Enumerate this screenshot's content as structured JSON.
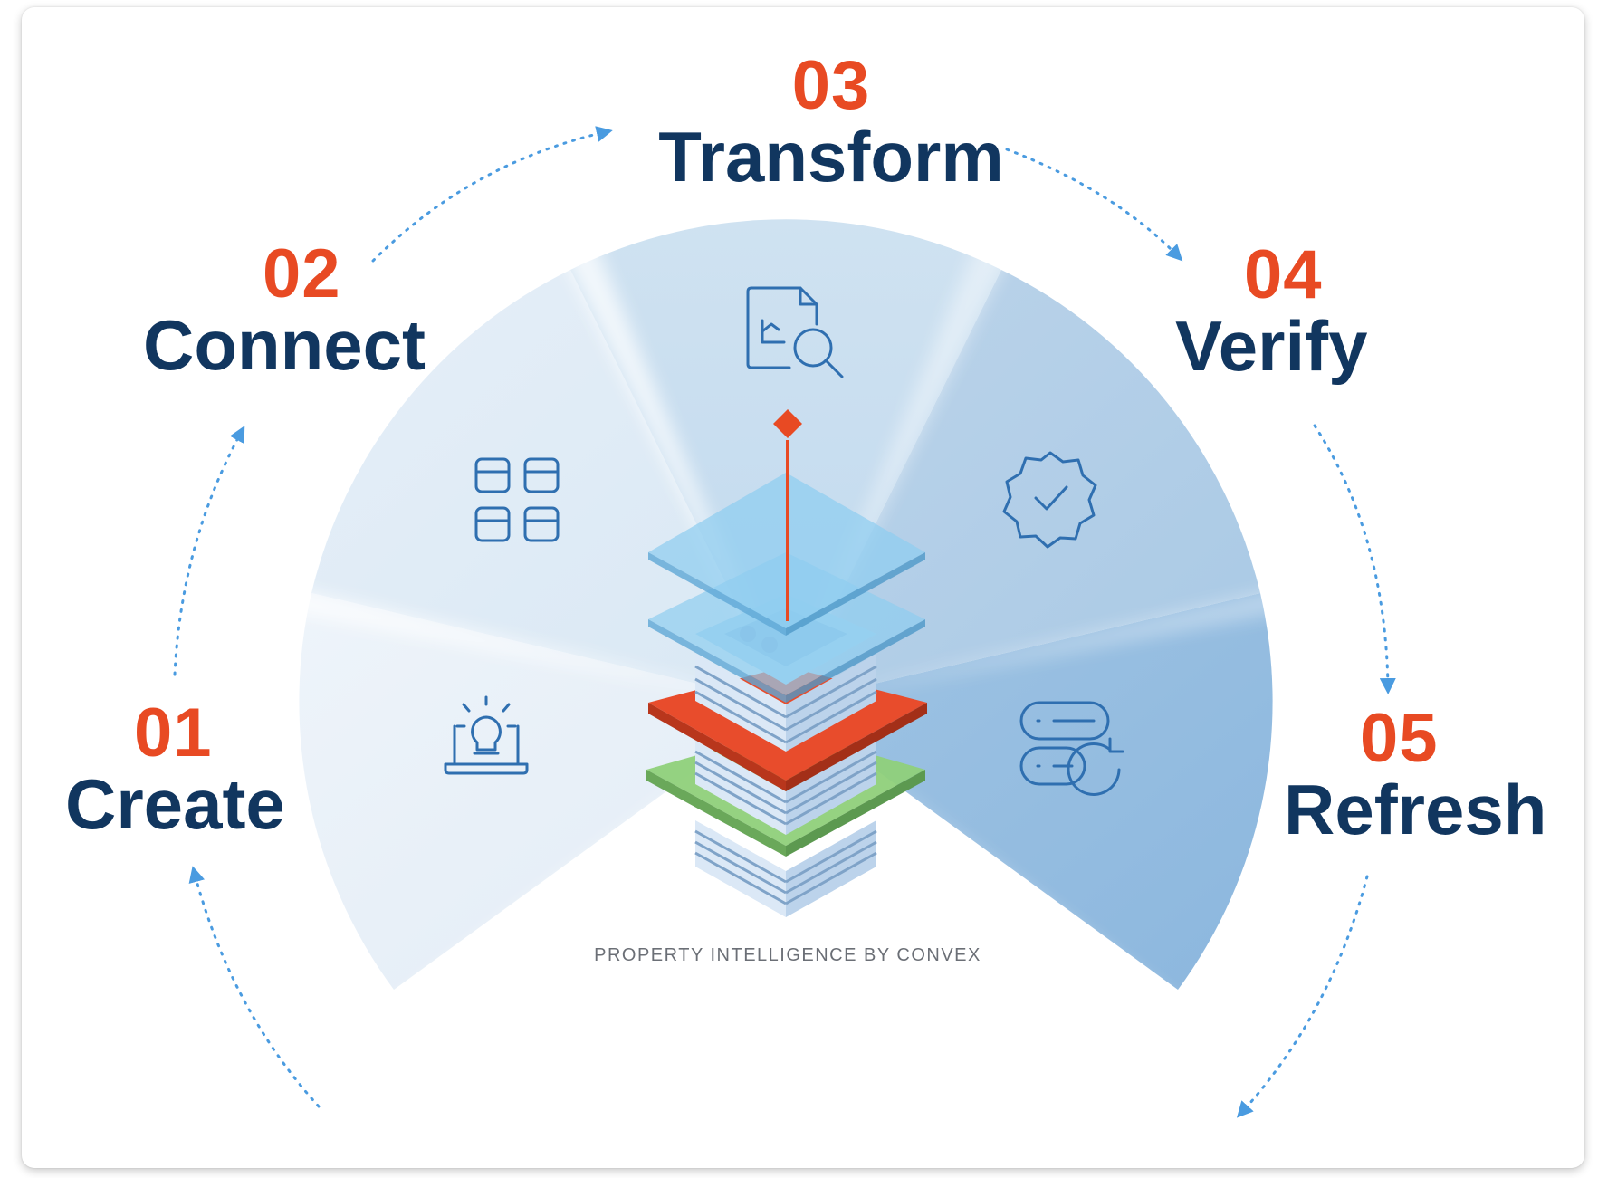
{
  "steps": [
    {
      "number": "01",
      "label": "Create",
      "icon": "lightbulb-laptop-icon"
    },
    {
      "number": "02",
      "label": "Connect",
      "icon": "grid-icon"
    },
    {
      "number": "03",
      "label": "Transform",
      "icon": "document-search-icon"
    },
    {
      "number": "04",
      "label": "Verify",
      "icon": "verified-badge-icon"
    },
    {
      "number": "05",
      "label": "Refresh",
      "icon": "database-refresh-icon"
    }
  ],
  "caption": "PROPERTY INTELLIGENCE BY CONVEX",
  "colors": {
    "number": "#e84a23",
    "label": "#11365f",
    "icon": "#2f6fb0",
    "arrow": "#4a9be0",
    "layer_blue": "#8fcdf0",
    "layer_red": "#e5472a",
    "layer_green": "#7cc26a"
  }
}
